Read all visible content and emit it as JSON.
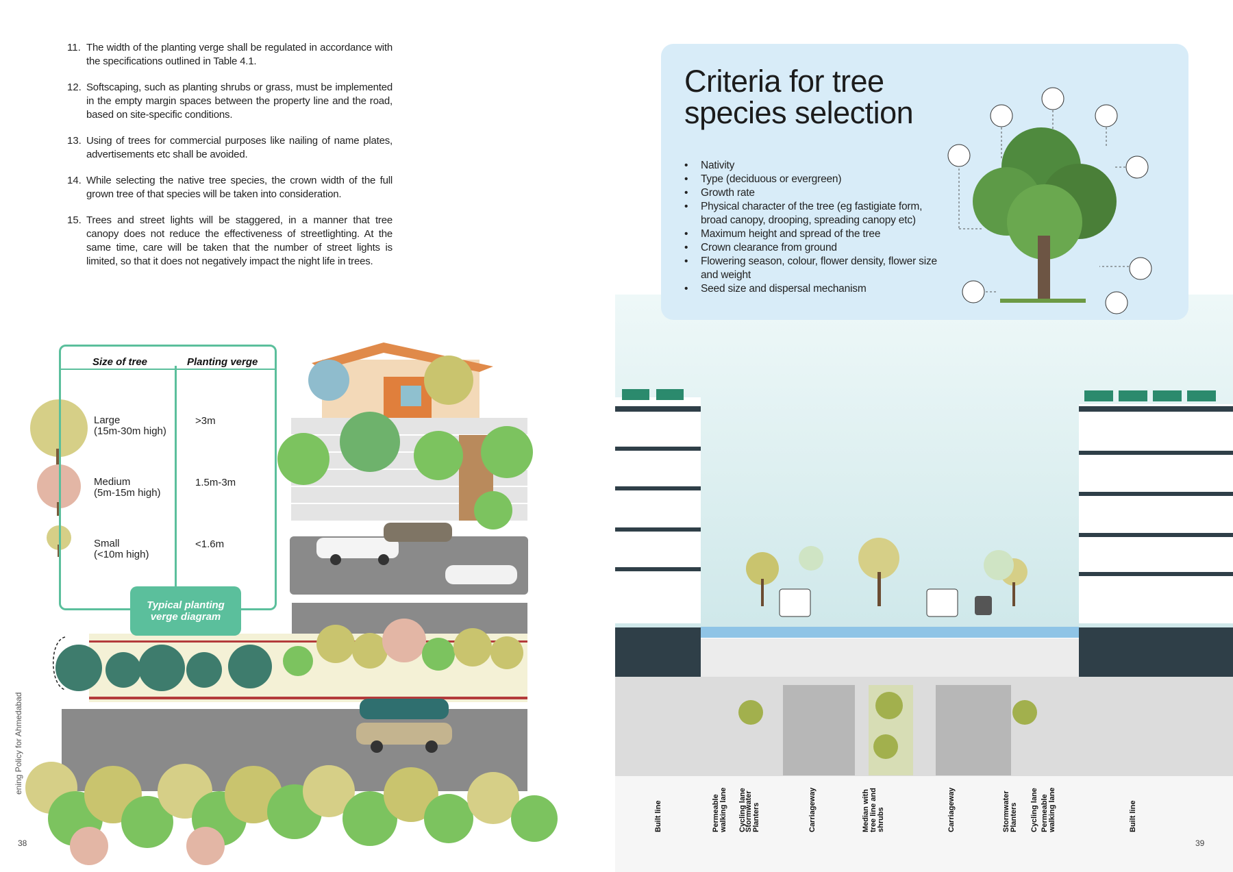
{
  "left_page": {
    "clauses": [
      {
        "num": "11.",
        "text": "The width of the planting verge shall be regulated in accordance with the specifications outlined in Table 4.1."
      },
      {
        "num": "12.",
        "text": "Softscaping, such as planting shrubs or grass, must be implemented in the empty margin spaces between the property line and the road, based on site-specific conditions."
      },
      {
        "num": "13.",
        "text": "Using of trees for commercial purposes like nailing of name plates, advertisements etc shall be avoided."
      },
      {
        "num": "14.",
        "text": "While selecting the native tree species, the crown width of the full grown tree of that species will be taken into consideration."
      },
      {
        "num": "15.",
        "text": "Trees and street lights will be staggered, in a manner that tree canopy does not reduce the effectiveness of streetlighting. At the same time, care will be taken that the number of street lights is limited, so that it does not negatively impact the night life in trees."
      }
    ],
    "table": {
      "header_size": "Size of tree",
      "header_verge": "Planting verge",
      "rows": [
        {
          "size_line1": "Large",
          "size_line2": "(15m-30m high)",
          "verge": ">3m"
        },
        {
          "size_line1": "Medium",
          "size_line2": "(5m-15m high)",
          "verge": "1.5m-3m"
        },
        {
          "size_line1": "Small",
          "size_line2": "(<10m high)",
          "verge": "<1.6m"
        }
      ]
    },
    "badge_line1": "Typical planting",
    "badge_line2": "verge diagram",
    "side_text": "ening Policy for Ahmedabad",
    "page_number": "38"
  },
  "right_page": {
    "criteria_title_line1": "Criteria for tree",
    "criteria_title_line2": "species selection",
    "criteria_items": [
      "Nativity",
      "Type (deciduous or evergreen)",
      "Growth rate",
      "Physical character of the tree (eg fastigiate form, broad canopy, drooping, spreading canopy etc)",
      "Maximum height and spread of the tree",
      "Crown clearance from ground",
      "Flowering season, colour, flower density, flower size and weight",
      "Seed size and dispersal mechanism"
    ],
    "section_labels": [
      {
        "lines": [
          "Built line"
        ]
      },
      {
        "lines": [
          "Permeable",
          "walking lane"
        ]
      },
      {
        "lines": [
          "Cycling lane"
        ]
      },
      {
        "lines": [
          "Stormwater",
          "Planters"
        ]
      },
      {
        "lines": [
          "Carriageway"
        ]
      },
      {
        "lines": [
          "Median with",
          "tree line and",
          "shrubs"
        ]
      },
      {
        "lines": [
          "Carriageway"
        ]
      },
      {
        "lines": [
          "Stormwater",
          "Planters"
        ]
      },
      {
        "lines": [
          "Cycling lane"
        ]
      },
      {
        "lines": [
          "Permeable",
          "walking lane"
        ]
      },
      {
        "lines": [
          "Built line"
        ]
      }
    ],
    "page_number": "39"
  },
  "colors": {
    "teal_accent": "#5bbf9c",
    "panel_blue": "#d8ecf8",
    "tree_green": "#7cc35f",
    "tree_olive": "#c9c46e",
    "road_grey": "#8a8a8a"
  }
}
